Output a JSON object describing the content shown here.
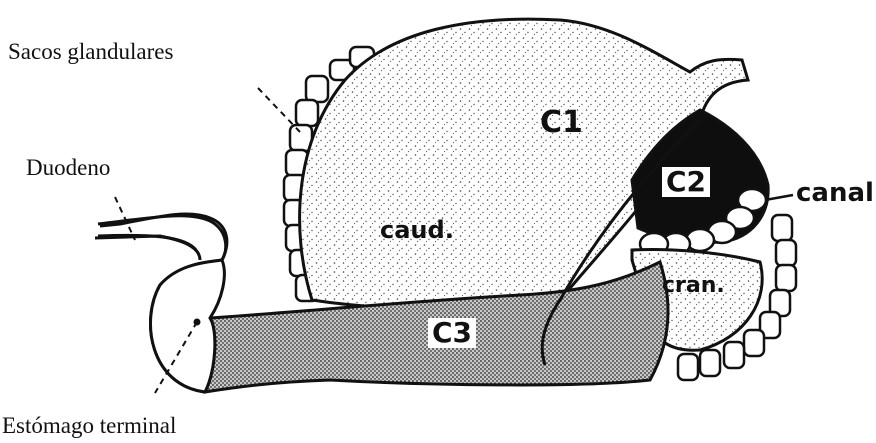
{
  "labels": {
    "sacos": "Sacos glandulares",
    "duodeno": "Duodeno",
    "estomago": "Estómago terminal",
    "c1": "C1",
    "c2": "C2",
    "c3": "C3",
    "caud": "caud.",
    "cran": "cran.",
    "canal": "canal"
  }
}
